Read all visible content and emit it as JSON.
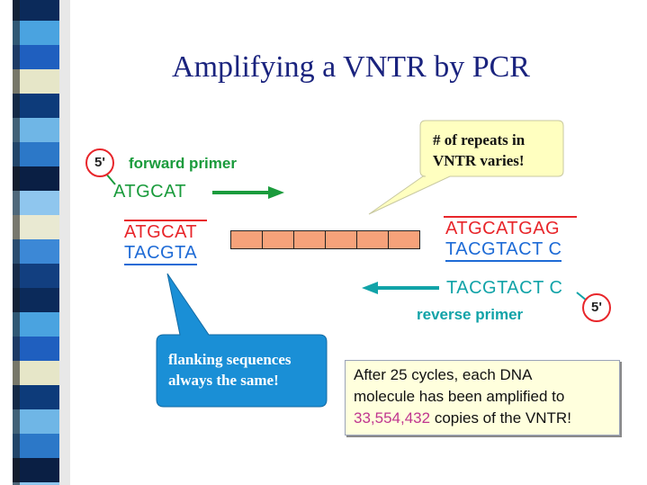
{
  "title": "Amplifying a VNTR by PCR",
  "forward": {
    "five_prime": "5'",
    "label": "forward primer",
    "primer_seq": "ATGCAT"
  },
  "left_flank": {
    "top": "ATGCAT",
    "bottom": "TACGTA"
  },
  "right_flank": {
    "top": "ATGCATGAG",
    "bottom": "TACGTACT C"
  },
  "reverse": {
    "primer_seq": "TACGTACT C",
    "label": "reverse primer",
    "five_prime": "5'"
  },
  "vntr_repeat_count": 6,
  "callouts": {
    "repeats_line1": "# of repeats in",
    "repeats_line2": "VNTR varies!",
    "flank_line1": "flanking sequences",
    "flank_line2": "always the same!"
  },
  "info": {
    "line1": "After 25 cycles, each DNA",
    "line2": "molecule has been amplified to",
    "copies": "33,554,432",
    "line3_rest": " copies of the VNTR!"
  },
  "colors": {
    "title": "#1a237e",
    "forward_green": "#1a9b3c",
    "reverse_teal": "#11a3a8",
    "seq_red": "#e8262b",
    "seq_blue": "#1e6bd6",
    "vntr_fill": "#f6a27a",
    "callout_yellow": "#ffffc0",
    "callout_blue": "#1a8fd6",
    "copies_magenta": "#c0368f"
  }
}
